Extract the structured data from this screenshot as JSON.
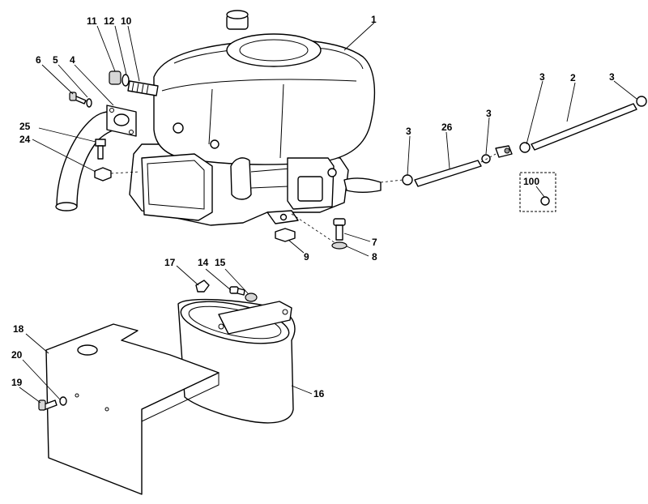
{
  "callouts": {
    "c1": "1",
    "c2": "2",
    "c3a": "3",
    "c3b": "3",
    "c3c": "3",
    "c3d": "3",
    "c4": "4",
    "c5": "5",
    "c6": "6",
    "c7": "7",
    "c8": "8",
    "c9": "9",
    "c10": "10",
    "c11": "11",
    "c12": "12",
    "c14": "14",
    "c15": "15",
    "c16": "16",
    "c17": "17",
    "c18": "18",
    "c19": "19",
    "c20": "20",
    "c24": "24",
    "c25": "25",
    "c26": "26",
    "c100": "100"
  }
}
